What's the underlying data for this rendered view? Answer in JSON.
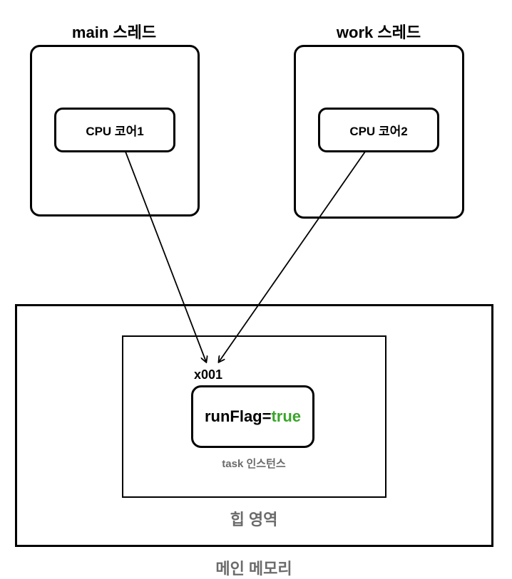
{
  "threads": {
    "main": {
      "title": "main 스레드",
      "core": "CPU 코어1"
    },
    "work": {
      "title": "work 스레드",
      "core": "CPU 코어2"
    }
  },
  "instance": {
    "address": "x001",
    "field_name": "runFlag=",
    "field_value": "true",
    "field_value_color": "#3aa52a",
    "label": "task 인스턴스"
  },
  "heap": {
    "label": "힙 영역"
  },
  "memory": {
    "label": "메인 메모리"
  },
  "colors": {
    "muted_label": "#6b6b6b",
    "stroke": "#000000"
  }
}
